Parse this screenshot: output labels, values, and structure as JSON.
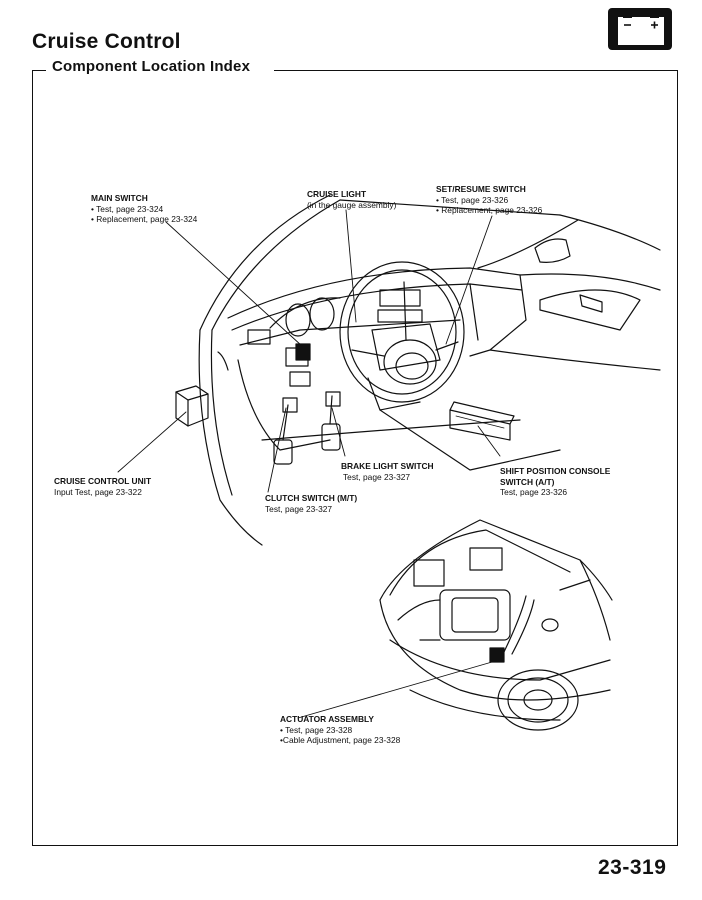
{
  "header": {
    "title": "Cruise Control",
    "subtitle": "Component Location Index",
    "battery_icon": "battery-icon"
  },
  "callouts": {
    "main_switch": {
      "heading": "MAIN SWITCH",
      "lines": [
        "• Test, page 23-324",
        "• Replacement, page 23-324"
      ]
    },
    "cruise_light": {
      "heading": "CRUISE LIGHT",
      "lines": [
        "(in the gauge assembly)"
      ]
    },
    "set_resume": {
      "heading": "SET/RESUME SWITCH",
      "lines": [
        "• Test, page 23-326",
        "• Replacement, page 23-326"
      ]
    },
    "cruise_unit": {
      "heading": "CRUISE CONTROL UNIT",
      "lines": [
        "Input Test, page 23-322"
      ]
    },
    "brake_light": {
      "heading": "BRAKE LIGHT SWITCH",
      "lines": [
        "Test, page 23-327"
      ]
    },
    "shift_position": {
      "heading": "SHIFT POSITION CONSOLE",
      "heading2": "SWITCH (A/T)",
      "lines": [
        "Test, page 23-326"
      ]
    },
    "clutch_switch": {
      "heading": "CLUTCH SWITCH (M/T)",
      "lines": [
        "Test, page 23-327"
      ]
    },
    "actuator": {
      "heading": "ACTUATOR ASSEMBLY",
      "lines": [
        "• Test, page 23-328",
        "•Cable Adjustment, page 23-328"
      ]
    }
  },
  "footer": {
    "page_number": "23-319"
  }
}
